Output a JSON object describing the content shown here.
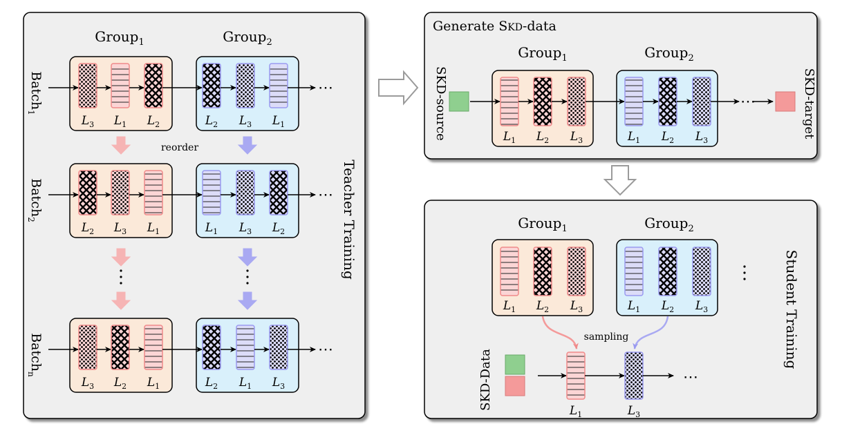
{
  "colors": {
    "red_fill": "#fde3dc",
    "red_border": "#f08a8a",
    "red_block": "#f4a0a0",
    "blue_fill": "#dff1fb",
    "blue_border": "#9a9af0",
    "blue_block": "#c7c7f5",
    "group1_bg": "#fbe9d9",
    "group2_bg": "#d9f0fb",
    "panel_bg": "#efefef",
    "source_green": "#8fcf8f",
    "target_red": "#f49a9a"
  },
  "teacher": {
    "title": "Teacher Training",
    "group1_name": "Group",
    "group1_sub": "1",
    "group2_name": "Group",
    "group2_sub": "2",
    "reorder_label": "reorder",
    "rows": [
      {
        "batch": "Batch",
        "sub": "1",
        "g1": [
          "3",
          "1",
          "2"
        ],
        "g2": [
          "2",
          "3",
          "1"
        ]
      },
      {
        "batch": "Batch",
        "sub": "2",
        "g1": [
          "2",
          "3",
          "1"
        ],
        "g2": [
          "1",
          "3",
          "2"
        ]
      },
      {
        "batch": "Batch",
        "sub": "n",
        "g1": [
          "3",
          "2",
          "1"
        ],
        "g2": [
          "2",
          "1",
          "3"
        ]
      }
    ],
    "ellipsis": "⋯"
  },
  "generate": {
    "title_prefix": "Generate S",
    "title_kd": "KD",
    "title_suffix": "-data",
    "group1_name": "Group",
    "group1_sub": "1",
    "group2_name": "Group",
    "group2_sub": "2",
    "source_label": "SKD-source",
    "target_label": "SKD-target",
    "g1": [
      "1",
      "2",
      "3"
    ],
    "g2": [
      "1",
      "2",
      "3"
    ]
  },
  "student": {
    "title": "Student Training",
    "group1_name": "Group",
    "group1_sub": "1",
    "group2_name": "Group",
    "group2_sub": "2",
    "g1": [
      "1",
      "2",
      "3"
    ],
    "g2": [
      "1",
      "2",
      "3"
    ],
    "data_label": "SKD-Data",
    "sampling_label": "sampling",
    "chain": [
      "1",
      "3"
    ]
  },
  "layer_letter": "L"
}
